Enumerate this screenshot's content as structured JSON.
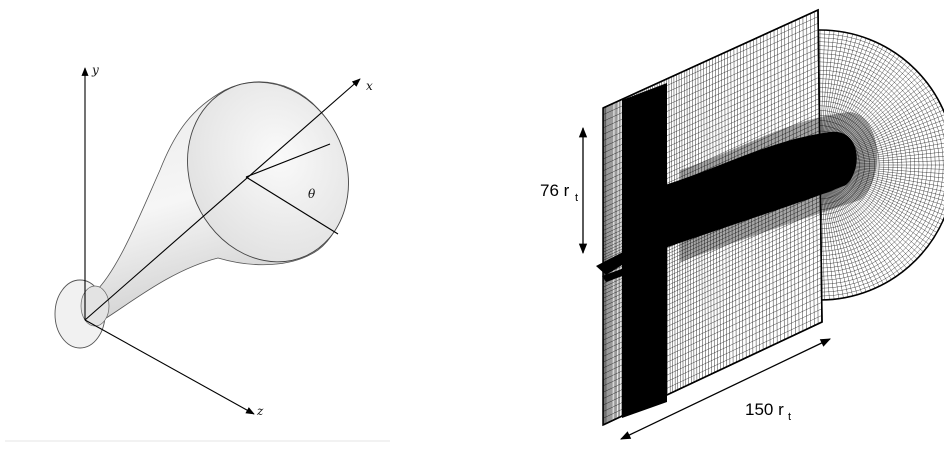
{
  "left_panel": {
    "axes": {
      "y": "y",
      "x": "x",
      "z": "z"
    },
    "angle_label": "θ"
  },
  "right_panel": {
    "height_dimension": {
      "value": "76 r",
      "subscript": "t"
    },
    "length_dimension": {
      "value": "150 r",
      "subscript": "t"
    }
  },
  "colors": {
    "ink": "#000000",
    "nozzle_light": "#f2f2f2",
    "nozzle_dark": "#bdbdbd",
    "mesh": "#000000"
  }
}
